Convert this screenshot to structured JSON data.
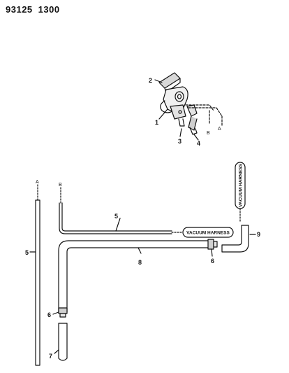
{
  "header": {
    "figure_code": "93125",
    "sheet_code": "1300"
  },
  "callouts": {
    "valve": "1",
    "bracket": "2",
    "connector": "3",
    "end_fitting": "4",
    "hose_left": "5",
    "hose_b": "5",
    "fitting_right": "6",
    "fitting_bottom": "6",
    "cap": "7",
    "hose_main": "8",
    "elbow": "9"
  },
  "letters": {
    "a_top": "A",
    "b_top": "B",
    "a_left": "A",
    "b_left": "B"
  },
  "tags": {
    "vacuum_harness_horizontal": "VACUUM HARNESS",
    "vacuum_harness_vertical": "VACUUM HARNESS"
  },
  "colors": {
    "line": "#111111",
    "background": "#ffffff"
  }
}
